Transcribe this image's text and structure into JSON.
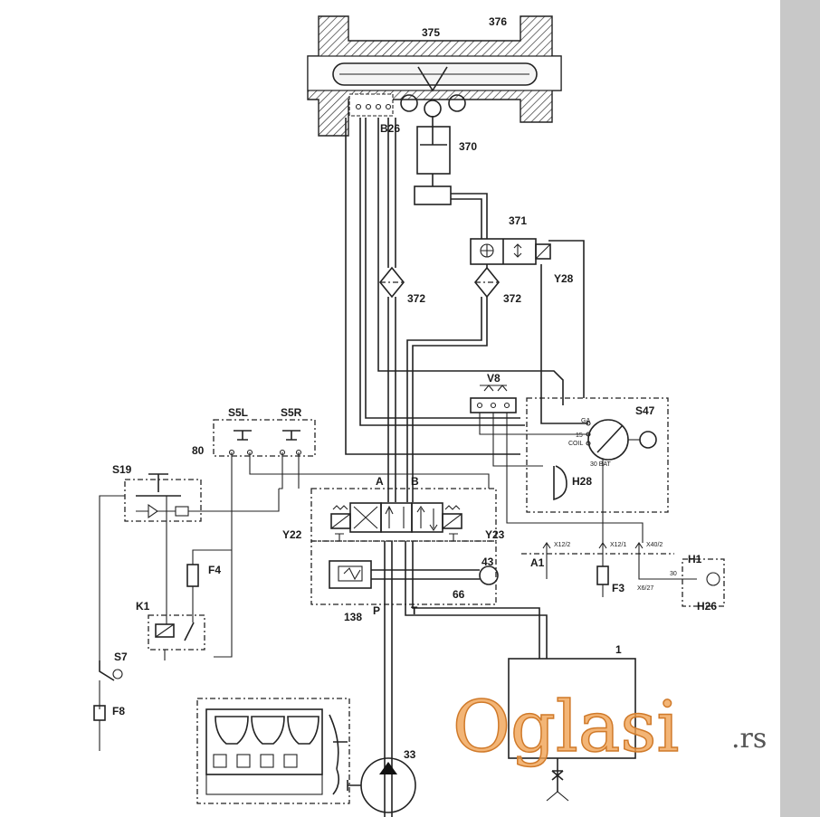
{
  "labels": {
    "c375": "375",
    "c376": "376",
    "b26": "B26",
    "c370": "370",
    "c371": "371",
    "y28": "Y28",
    "c372a": "372",
    "c372b": "372",
    "v8": "V8",
    "s47": "S47",
    "s5l": "S5L",
    "s5r": "S5R",
    "c80": "80",
    "s19": "S19",
    "a": "A",
    "b": "B",
    "y22": "Y22",
    "y23": "Y23",
    "c43": "43",
    "f4": "F4",
    "c66": "66",
    "c138": "138",
    "p": "P",
    "t": "T",
    "k1": "K1",
    "s7": "S7",
    "f8": "F8",
    "a1": "A1",
    "f3": "F3",
    "h1": "H1",
    "h26": "H26",
    "h28": "H28",
    "c1": "1",
    "c33": "33"
  },
  "small_labels": {
    "ga": "GA",
    "coil15": "15",
    "coil": "COIL",
    "bat": "30 BAT",
    "x12_2": "X12/2",
    "x12_1": "X12/1",
    "x40_2": "X40/2",
    "x6_27": "X6/27",
    "t30": "30"
  },
  "watermark": {
    "brand": "Oglasi",
    "tld": ".rs",
    "color": "#f0a050"
  }
}
